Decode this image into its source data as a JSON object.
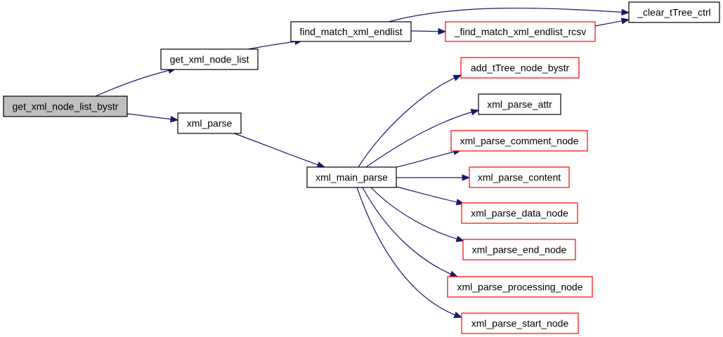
{
  "colors": {
    "edge": "#191970",
    "root_fill": "#bfbfbf",
    "node_fill": "#ffffff",
    "border_black": "#000000",
    "border_red": "#ff0000"
  },
  "nodes": [
    {
      "id": "get_xml_node_list_bystr",
      "label": "get_xml_node_list_bystr",
      "style": "root"
    },
    {
      "id": "get_xml_node_list",
      "label": "get_xml_node_list",
      "style": "black"
    },
    {
      "id": "xml_parse",
      "label": "xml_parse",
      "style": "black"
    },
    {
      "id": "find_match_xml_endlist",
      "label": "find_match_xml_endlist",
      "style": "black"
    },
    {
      "id": "_find_match_xml_endlist_rcsv",
      "label": "_find_match_xml_endlist_rcsv",
      "style": "red"
    },
    {
      "id": "_clear_tTree_ctrl",
      "label": "_clear_tTree_ctrl",
      "style": "black"
    },
    {
      "id": "xml_main_parse",
      "label": "xml_main_parse",
      "style": "black"
    },
    {
      "id": "add_tTree_node_bystr",
      "label": "add_tTree_node_bystr",
      "style": "red"
    },
    {
      "id": "xml_parse_attr",
      "label": "xml_parse_attr",
      "style": "black"
    },
    {
      "id": "xml_parse_comment_node",
      "label": "xml_parse_comment_node",
      "style": "red"
    },
    {
      "id": "xml_parse_content",
      "label": "xml_parse_content",
      "style": "red"
    },
    {
      "id": "xml_parse_data_node",
      "label": "xml_parse_data_node",
      "style": "red"
    },
    {
      "id": "xml_parse_end_node",
      "label": "xml_parse_end_node",
      "style": "red"
    },
    {
      "id": "xml_parse_processing_node",
      "label": "xml_parse_processing_node",
      "style": "red"
    },
    {
      "id": "xml_parse_start_node",
      "label": "xml_parse_start_node",
      "style": "red"
    }
  ],
  "edges": [
    {
      "from": "get_xml_node_list_bystr",
      "to": "get_xml_node_list"
    },
    {
      "from": "get_xml_node_list_bystr",
      "to": "xml_parse"
    },
    {
      "from": "get_xml_node_list",
      "to": "find_match_xml_endlist"
    },
    {
      "from": "find_match_xml_endlist",
      "to": "_find_match_xml_endlist_rcsv"
    },
    {
      "from": "find_match_xml_endlist",
      "to": "_clear_tTree_ctrl"
    },
    {
      "from": "_find_match_xml_endlist_rcsv",
      "to": "_clear_tTree_ctrl"
    },
    {
      "from": "xml_parse",
      "to": "xml_main_parse"
    },
    {
      "from": "xml_main_parse",
      "to": "add_tTree_node_bystr"
    },
    {
      "from": "xml_main_parse",
      "to": "xml_parse_attr"
    },
    {
      "from": "xml_main_parse",
      "to": "xml_parse_comment_node"
    },
    {
      "from": "xml_main_parse",
      "to": "xml_parse_content"
    },
    {
      "from": "xml_main_parse",
      "to": "xml_parse_data_node"
    },
    {
      "from": "xml_main_parse",
      "to": "xml_parse_end_node"
    },
    {
      "from": "xml_main_parse",
      "to": "xml_parse_processing_node"
    },
    {
      "from": "xml_main_parse",
      "to": "xml_parse_start_node"
    }
  ]
}
